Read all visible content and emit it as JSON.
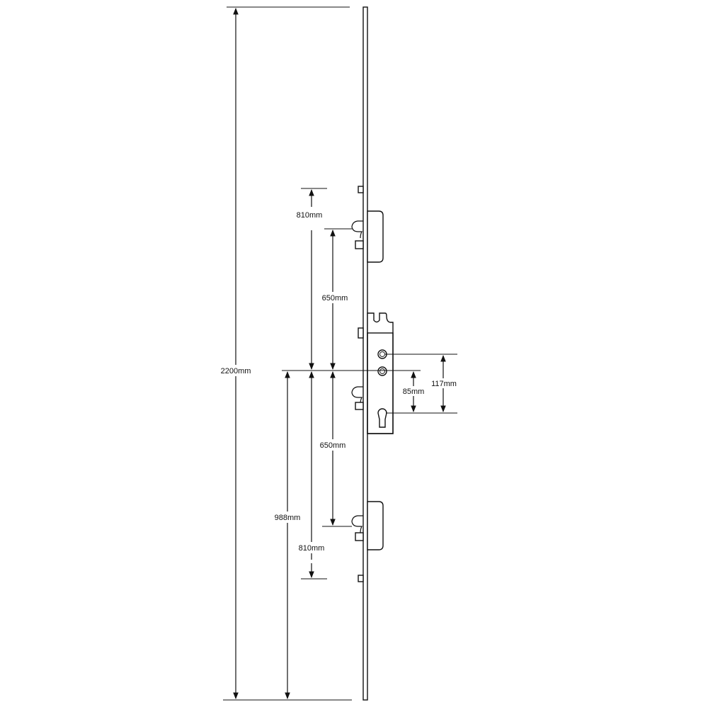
{
  "diagram": {
    "dimensions": {
      "overall_height": "2200mm",
      "upper_hook_distance": "810mm",
      "upper_roller_distance": "650mm",
      "lower_roller_distance": "650mm",
      "lower_hook_distance": "810mm",
      "handle_height": "988mm",
      "centres_85": "85mm",
      "centres_117": "117mm"
    }
  }
}
